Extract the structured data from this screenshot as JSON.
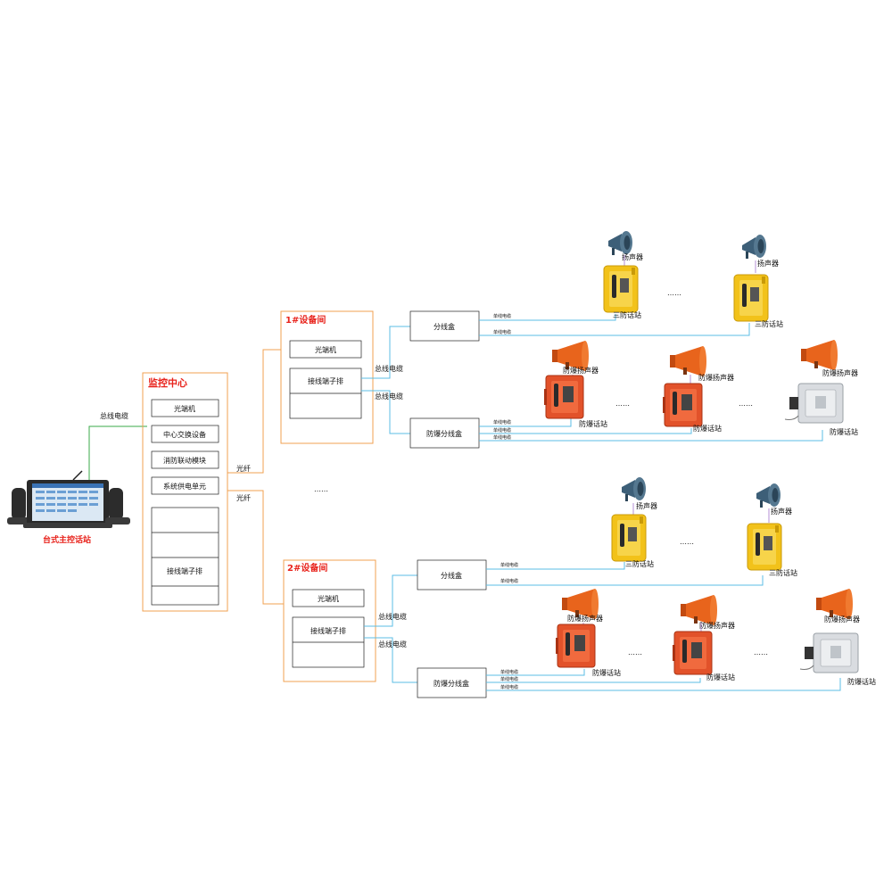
{
  "console": {
    "label": "台式主控话站"
  },
  "center": {
    "title": "监控中心",
    "items": [
      "光端机",
      "中心交换设备",
      "消防联动模块",
      "系统供电单元"
    ],
    "terminal": "接线端子排"
  },
  "link_labels": {
    "bus_cable": "总线电缆",
    "fiber": "光纤",
    "ellipsis": "……",
    "single_cable": "单线电缆"
  },
  "rooms": [
    {
      "title": "1#设备间",
      "optical": "光端机",
      "terminal": "接线端子排",
      "junction": "分线盒",
      "ex_junction": "防爆分线盒",
      "speakers": [
        "扬声器",
        "扬声器"
      ],
      "phones": [
        "三防话站",
        "三防话站"
      ],
      "ex_speakers": [
        "防爆扬声器",
        "防爆扬声器",
        "防爆扬声器"
      ],
      "ex_phones": [
        "防爆话站",
        "防爆话站",
        "防爆话站"
      ]
    },
    {
      "title": "2#设备间",
      "optical": "光端机",
      "terminal": "接线端子排",
      "junction": "分线盒",
      "ex_junction": "防爆分线盒",
      "speakers": [
        "扬声器",
        "扬声器"
      ],
      "phones": [
        "三防话站",
        "三防话站"
      ],
      "ex_speakers": [
        "防爆扬声器",
        "防爆扬声器",
        "防爆扬声器"
      ],
      "ex_phones": [
        "防爆话站",
        "防爆话站",
        "防爆话站"
      ]
    }
  ],
  "colors": {
    "title_red": "#e8231c",
    "room_border": "#f0a050",
    "bus_line": "#5bbde4",
    "console_line": "#3aaa4a",
    "phone_yellow": "#f2c21a",
    "phone_red": "#e2522a",
    "speaker_blue": "#3d5f78",
    "speaker_orange": "#e8641c"
  }
}
